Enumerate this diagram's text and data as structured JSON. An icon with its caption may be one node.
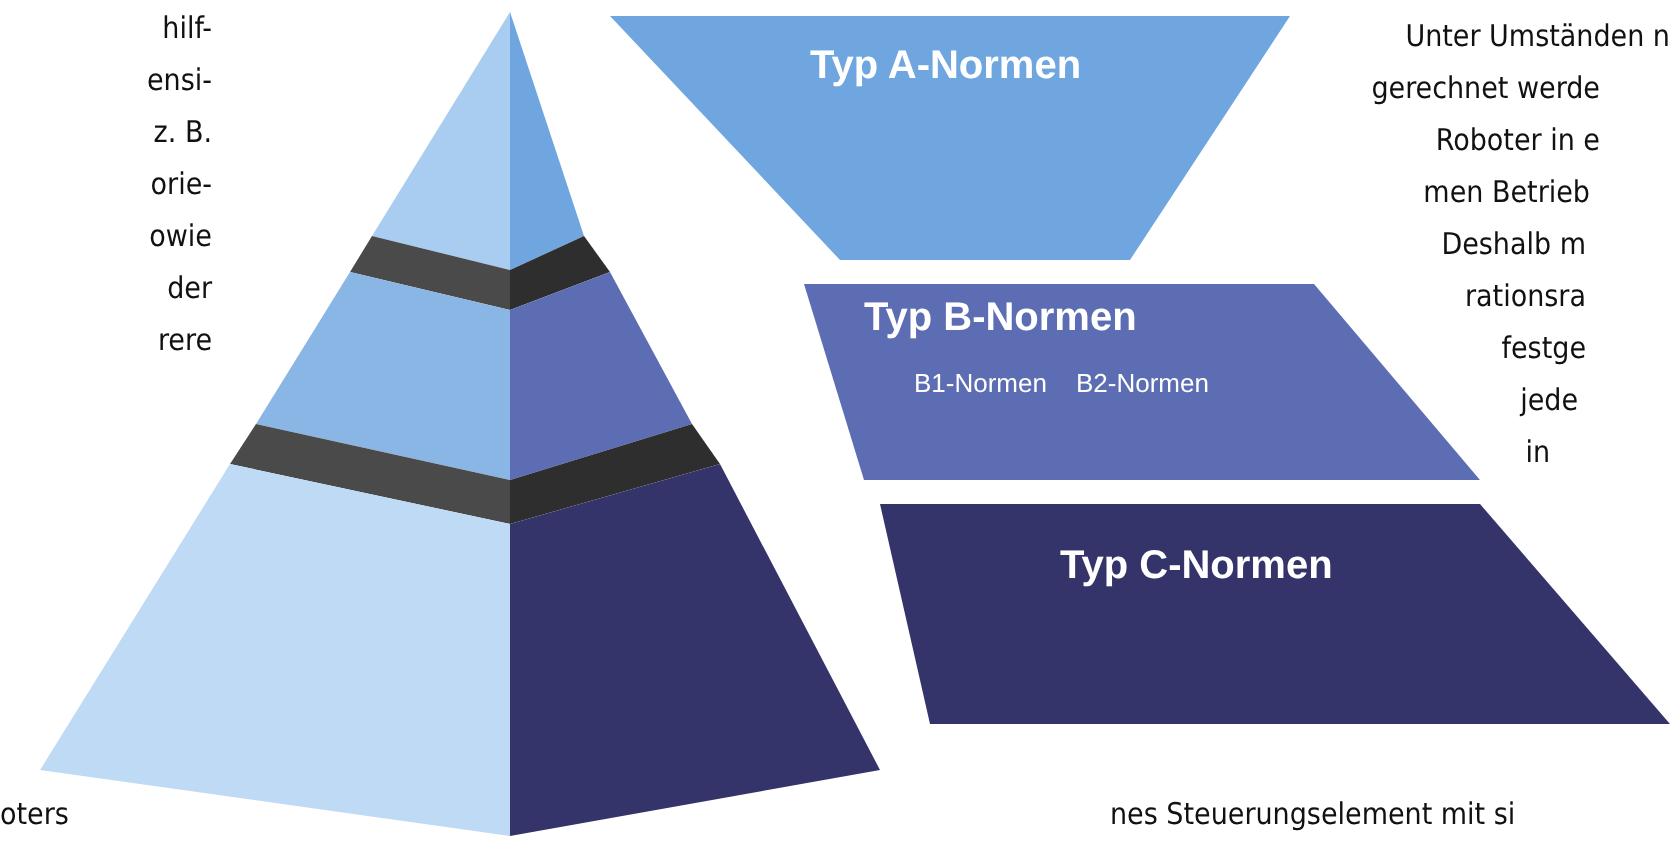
{
  "diagram": {
    "nodes": [
      {
        "text": [
          "Typ A-Normen"
        ]
      },
      {
        "text": [
          "Typ B-Normen",
          "B1-Normen",
          "B2-Normen"
        ]
      },
      {
        "text": [
          "Typ C-Normen"
        ]
      }
    ],
    "labels": [
      "hilf-",
      "ensi-",
      "z. B.",
      "orie-",
      "owie",
      "der",
      "rere",
      "Unter Umständen n",
      "gerechnet werde",
      "Roboter in e",
      "men Betrieb",
      "Deshalb m",
      "rationsra",
      "festge",
      "jede",
      "in",
      "oters",
      "nes Steuerungselement mit si"
    ]
  }
}
